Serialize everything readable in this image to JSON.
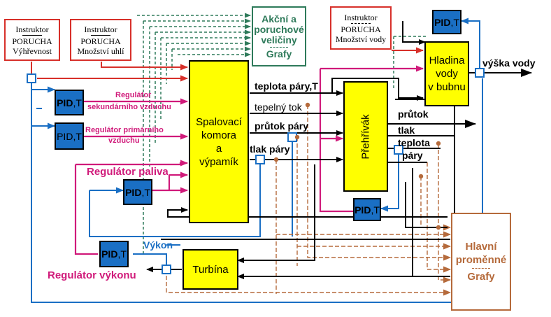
{
  "blocks": {
    "instruktor_vyhrevnost": {
      "title": "Instruktor",
      "line1": "PORUCHA",
      "line2": "Výhřevnost"
    },
    "instruktor_uhli": {
      "title": "Instruktor",
      "line1": "PORUCHA",
      "line2": "Množství uhlí"
    },
    "instruktor_voda": {
      "title": "Instruktor",
      "line1": "PORUCHA",
      "line2": "Množství vody"
    },
    "akcni_grafy": {
      "line1": "Akční a",
      "line2": "poruchové",
      "line3": "veličiny",
      "line4": "Grafy"
    },
    "spalovaci": {
      "line1": "Spalovací",
      "line2": "komora",
      "line3": "a",
      "line4": "výpamík"
    },
    "prehrivak": {
      "label": "Přehřívák"
    },
    "hladina": {
      "line1": "Hladina",
      "line2": "vody",
      "line3": "v bubnu"
    },
    "turbina": {
      "label": "Turbína"
    },
    "hlavni": {
      "line1": "Hlavní",
      "line2": "proměnné",
      "line3": "Grafy"
    },
    "pid_bold": "PID",
    "pid_plain": "PID",
    "pid_suffix": ",T"
  },
  "labels": {
    "teplota_pary_t": "teplota páry,T",
    "tepelny_tok": "tepelný tok",
    "prutok_pary": "průtok páry",
    "tlak_pary": "tlak páry",
    "prutok": "průtok",
    "tlak": "tlak",
    "teplota": "teplota",
    "pary": "páry",
    "vyska_vody": "výška vody",
    "vykon": "Výkon",
    "regulator_sek_1": "Regulátor",
    "regulator_sek_2": "sekundárního vzduchu",
    "regulator_prim_1": "Regulátor primárního",
    "regulator_prim_2": "vzduchu",
    "regulator_paliva": "Regulátor paliva",
    "regulator_vykonu": "Regulátor výkonu"
  },
  "colors": {
    "yellow": "#ffff00",
    "pid_blue": "#1a6fc4",
    "instructor_red": "#d7302a",
    "graph_green": "#2e7a5a",
    "main_brown": "#b56a3b",
    "signal_pink": "#d01a7a",
    "signal_black": "#000000"
  }
}
